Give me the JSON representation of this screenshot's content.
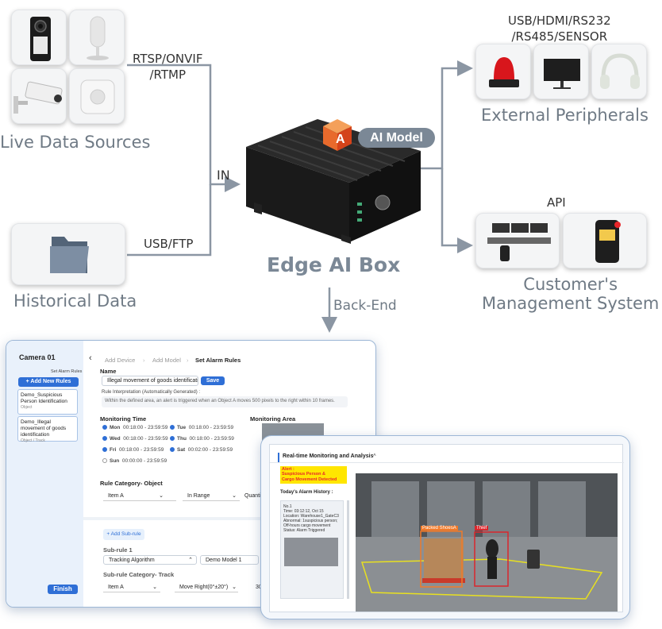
{
  "diagram": {
    "sources": {
      "label": "Live Data Sources"
    },
    "historical": {
      "label": "Historical Data"
    },
    "edge_box": {
      "label": "Edge AI Box",
      "model_badge": "AI Model",
      "badge_letter": "A"
    },
    "peripherals": {
      "label": "External Peripherals",
      "interfaces": "USB/HDMI/RS232\n/RS485/SENSOR"
    },
    "customer": {
      "label": "Customer's\nManagement System",
      "interface": "API"
    },
    "edges": {
      "rtsp": "RTSP/ONVIF\n/RTMP",
      "in": "IN",
      "usbftp": "USB/FTP",
      "backend": "Back-End"
    }
  },
  "alarm_screen": {
    "camera": "Camera 01",
    "set_alarm_rules_small": "Set Alarm Rules",
    "add_new_rules": "+ Add New Rules",
    "rule_cards": [
      {
        "title": "Demo_Suspicious Person Identification",
        "sub": "Object"
      },
      {
        "title": "Demo_Illegal movement of goods identification",
        "sub": "Object / Track"
      }
    ],
    "finish": "Finish",
    "breadcrumb": {
      "step1": "Add Device",
      "step2": "Add Model",
      "step3": "Set Alarm Rules"
    },
    "name_label": "Name",
    "name_value": "Illegal movement of goods identification",
    "save": "Save",
    "interp_label": "Rule Interpretation (Automatically Generated) :",
    "interp_text": "Within the defined area, an alert is triggered when an Object A moves 500 pixels to the right within 10 frames.",
    "monitoring_time": "Monitoring Time",
    "monitoring_area": "Monitoring Area",
    "days": [
      {
        "day": "Mon",
        "time": "00:18:00 - 23:59:59",
        "on": true
      },
      {
        "day": "Tue",
        "time": "00:18:00 - 23:59:59",
        "on": true
      },
      {
        "day": "Wed",
        "time": "00:18:00 - 23:59:59",
        "on": true
      },
      {
        "day": "Thu",
        "time": "00:18:00 - 23:59:59",
        "on": true
      },
      {
        "day": "Fri",
        "time": "00:18:00 - 23:59:59",
        "on": true
      },
      {
        "day": "Sat",
        "time": "00:02:00 - 23:59:59",
        "on": true
      },
      {
        "day": "Sun",
        "time": "00:00:00 - 23:59:59",
        "on": false
      }
    ],
    "rule_category": "Rule Category- Object",
    "item_a": "Item A",
    "in_range": "In Range",
    "quantity": "Quantity Co",
    "add_subrule": "+ Add Sub-rule",
    "subrule1": "Sub-rule 1",
    "tracking_algorithm": "Tracking Algorithm",
    "demo_model": "Demo Model 1",
    "subrule_category": "Sub-rule Category- Track",
    "item_a2": "Item A",
    "move_right": "Move Right(0°±20°)",
    "trailing": "30"
  },
  "monitor_screen": {
    "title": "Real-time Monitoring and Analysis",
    "alert_line1": "Alert :",
    "alert_line2": "Suspicious Person &",
    "alert_line3": "Cargo Movement Detected",
    "history_title": "Today's Alarm History :",
    "history": {
      "no": "No.1",
      "time": "Time: 03:12:12, Oct 15",
      "location": "Location: Warehouse1_GateC3",
      "abnormal": "Abnormal: 1suspicious person;",
      "abnormal2": "Off-hours cargo movement",
      "status": "Status: Alarm Triggered"
    },
    "box_labels": {
      "shoes": "Packed ShoesA",
      "thief": "Thief"
    }
  },
  "colors": {
    "arrow": "#8b96a3",
    "label_gray": "#6f7a85",
    "accent_blue": "#2f6fd6",
    "alert_red": "#e8262a",
    "alert_yellow": "#ffe600",
    "box_orange": "#f07a2a",
    "box_red": "#d9262c",
    "zone_yellow": "#e8e020"
  }
}
